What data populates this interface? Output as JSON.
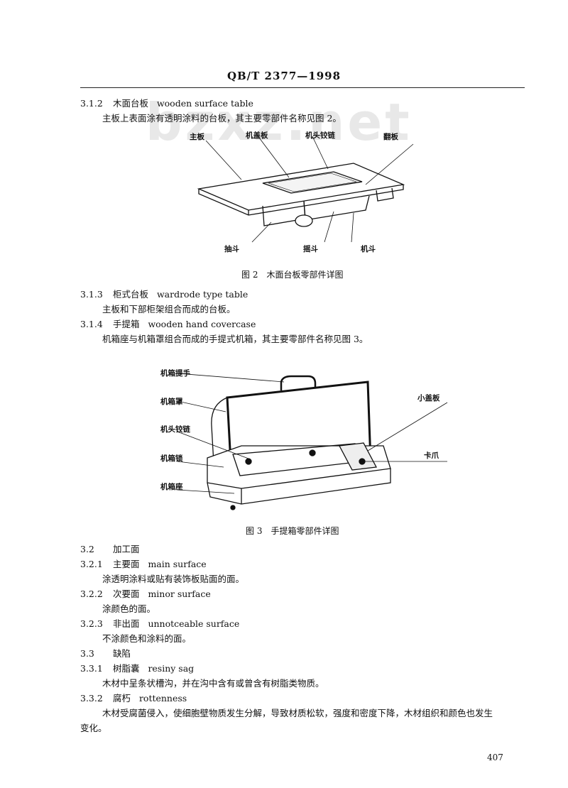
{
  "header": {
    "code": "QB/T 2377—1998"
  },
  "watermark": "bzxz.net",
  "sections": [
    {
      "id": "s312",
      "num": "3.1.2",
      "title": "木面台板",
      "en": "wooden surface table"
    },
    {
      "id": "s313",
      "num": "3.1.3",
      "title": "柜式台板",
      "en": "wardrode type table"
    },
    {
      "id": "s314",
      "num": "3.1.4",
      "title": "手提箱",
      "en": "wooden hand covercase"
    },
    {
      "id": "s32",
      "num": "3.2",
      "title": "加工面",
      "en": ""
    },
    {
      "id": "s321",
      "num": "3.2.1",
      "title": "主要面",
      "en": "main surface"
    },
    {
      "id": "s322",
      "num": "3.2.2",
      "title": "次要面",
      "en": "minor surface"
    },
    {
      "id": "s323",
      "num": "3.2.3",
      "title": "非出面",
      "en": "unnotceable surface"
    },
    {
      "id": "s33",
      "num": "3.3",
      "title": "缺陷",
      "en": ""
    },
    {
      "id": "s331",
      "num": "3.3.1",
      "title": "树脂囊",
      "en": "resiny sag"
    },
    {
      "id": "s332",
      "num": "3.3.2",
      "title": "腐朽",
      "en": "rottenness"
    }
  ],
  "paragraphs": {
    "p312": "主板上表面涂有透明涂料的台板，其主要零部件名称见图 2。",
    "p313": "主板和下部柜架组合而成的台板。",
    "p314": "机箱座与机箱罩组合而成的手提式机箱，其主要零部件名称见图 3。",
    "p321": "涂透明涂料或贴有装饰板贴面的面。",
    "p322": "涂颜色的面。",
    "p323": "不涂颜色和涂料的面。",
    "p331": "木材中呈条状槽沟，并在沟中含有或曾含有树脂类物质。",
    "p332a": "木材受腐菌侵入，使细胞壁物质发生分解，导致材质松软，强度和密度下降，木材组织和颜色也发生",
    "p332b": "变化。"
  },
  "figure2": {
    "caption": "图 2　木面台板零部件详图",
    "labels": {
      "main_board": "主板",
      "cover_board": "机盖板",
      "hinge": "机头铰链",
      "flap": "翻板",
      "drawer": "抽斗",
      "swing_drawer": "摇斗",
      "machine_drawer": "机斗"
    }
  },
  "figure3": {
    "caption": "图 3　手提箱零部件详图",
    "labels": {
      "handle": "机箱提手",
      "case_cover": "机箱罩",
      "hinge": "机头铰链",
      "lock": "机箱锁",
      "base": "机箱座",
      "small_cover": "小盖板",
      "clip": "卡爪"
    }
  },
  "page_number": "407"
}
